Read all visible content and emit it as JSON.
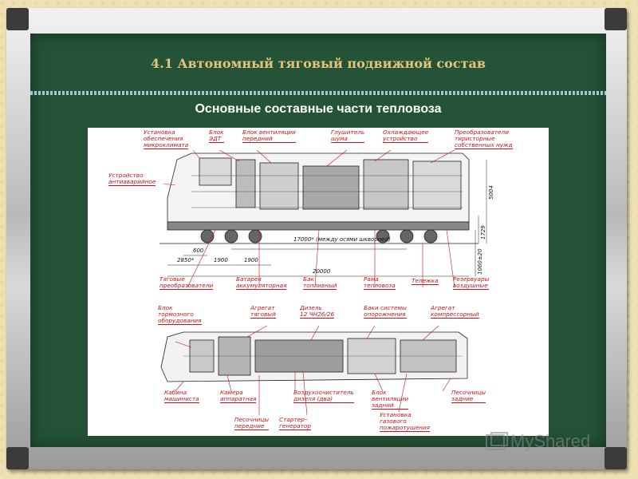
{
  "slide": {
    "title": "4.1 Автономный тяговый подвижной состав",
    "subtitle": "Основные составные части тепловоза"
  },
  "diagram": {
    "top_labels": [
      "Установка\nобеспечения\nмикроклимата",
      "Блок\nЭДТ",
      "Блок вентиляции\nпередний",
      "Глушитель\nшума",
      "Охлаждающее\nустройство",
      "Преобразователи\nтиристорные\nсобственных нужд",
      "Устройство\nантиаварийное"
    ],
    "mid_labels": [
      "Тяговые\nпреобразователи",
      "Батарея\nаккумуляторная",
      "Бак\nтопливный",
      "Рама\nтепловоза",
      "Тележка",
      "Резервуары\nвоздушные"
    ],
    "upper_plan_labels": [
      "Блок\nтормозного\nоборудования",
      "Агрегат\nтяговый",
      "Дизель\n12 ЧН26/26",
      "Баки системы\nопорожнения",
      "Агрегат\nкомпрессорный"
    ],
    "bottom_labels": [
      "Кабина\nмашиниста",
      "Камера\nаппаратная",
      "Воздухоочиститель\nдизеля (два)",
      "Блок\nвентиляции\nзадний",
      "Песочницы\nзадние",
      "Песочницы\nпередние",
      "Стартер–\nгенератор",
      "Установка\nгазового\nпожаротушения"
    ],
    "dimensions": {
      "bogie_centers": "17000* (между осями шкворней)",
      "d600": "600",
      "d2850": "2850*",
      "d1900a": "1900",
      "d1900b": "1900",
      "total_length": "20000",
      "height_5004": "5004",
      "height_1729": "1729",
      "height_1060": "1060±20"
    }
  },
  "watermark": "MyShared"
}
